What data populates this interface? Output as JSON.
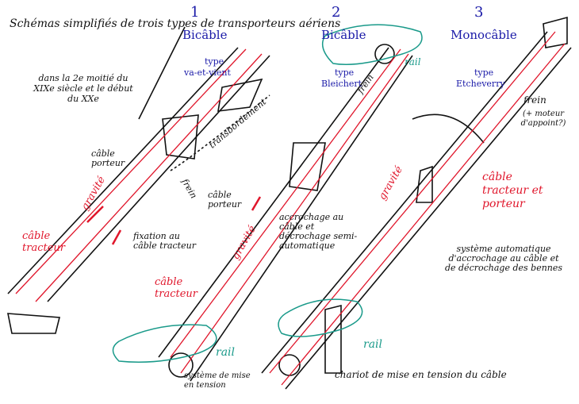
{
  "title": "Schémas simplifiés de trois types de transporteurs aériens",
  "subtitle": "dans la 2e moitié du XIXe siècle et le début du XXe",
  "systems": [
    {
      "number": "1",
      "name": "Bicâble",
      "type_label": "type",
      "type": "va-et-vient"
    },
    {
      "number": "2",
      "name": "Bicâble",
      "type_label": "type",
      "type": "Bleichert"
    },
    {
      "number": "3",
      "name": "Monocâble",
      "type_label": "type",
      "type": "Etcheverry"
    }
  ],
  "labels": {
    "cable_porteur_1": "câble porteur",
    "cable_porteur_2": "câble porteur",
    "cable_tracteur_1": "câble tracteur",
    "cable_tracteur_2": "câble tracteur",
    "gravite_1": "gravité",
    "gravite_2": "gravité",
    "gravite_3": "gravité",
    "frein_1": "frein",
    "frein_2": "frein",
    "frein_3": "frein",
    "moteur": "(+ moteur d'appoint?)",
    "transbordement": "transbordement",
    "fixation": "fixation au câble tracteur",
    "accrochage": "accrochage au câble et décrochage semi-automatique",
    "rail_1": "rail",
    "rail_2": "rail",
    "rail_3": "rail",
    "mise_tension": "système de mise en tension",
    "tracteur_porteur": "câble tracteur et porteur",
    "systeme_auto": "système automatique d'accrochage au câble et de décrochage des bennes",
    "chariot": "chariot de mise en tension du câble"
  },
  "colors": {
    "ink": "#111111",
    "red": "#e0162b",
    "blue": "#1a1aa8",
    "teal": "#1a9a8a"
  }
}
